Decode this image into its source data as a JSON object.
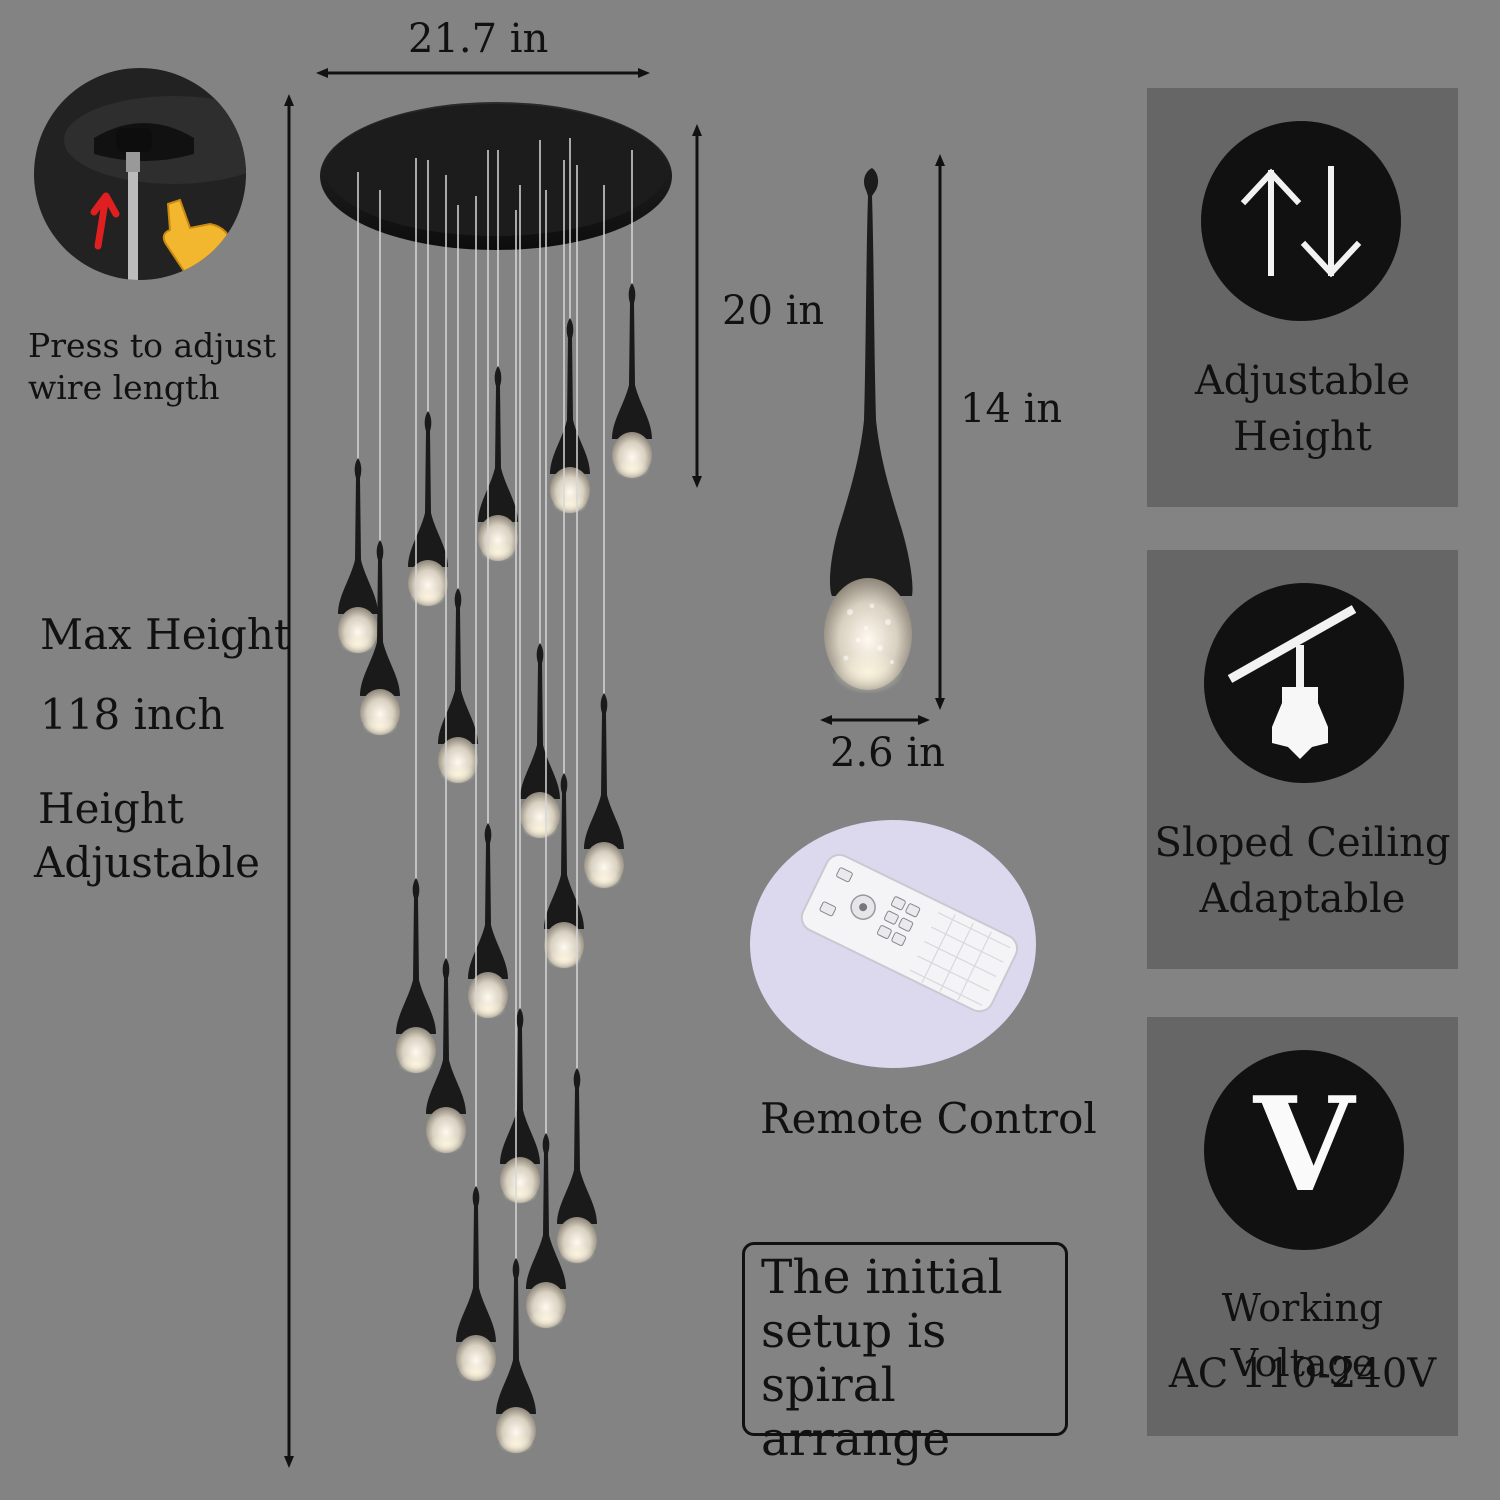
{
  "dimensions": {
    "width_label": "21.7 in",
    "drop_label": "20 in",
    "pendant_height_label": "14 in",
    "pendant_width_label": "2.6 in"
  },
  "adjust_hint": {
    "line1": "Press to adjust",
    "line2": "wire length"
  },
  "max_height": {
    "title": "Max Height",
    "value": "118 inch",
    "line1": "Height",
    "line2": "Adjustable"
  },
  "remote": {
    "caption": "Remote Control"
  },
  "note": {
    "text": "The initial\nsetup is\nspiral arrange"
  },
  "features": [
    {
      "icon": "up-down-arrows-icon",
      "line1": "Adjustable",
      "line2": "Height"
    },
    {
      "icon": "sloped-ceiling-pendant-icon",
      "line1": "Sloped Ceiling",
      "line2": "Adaptable"
    },
    {
      "icon": "voltage-v-icon",
      "glyph": "V",
      "line1": "Working Voltage",
      "line2": "AC 110-240V"
    }
  ],
  "colors": {
    "background": "#838383",
    "panel": "#666666",
    "icon_circle": "#111111",
    "fixture": "#1a1a1a",
    "glow": "#f3ead6"
  }
}
